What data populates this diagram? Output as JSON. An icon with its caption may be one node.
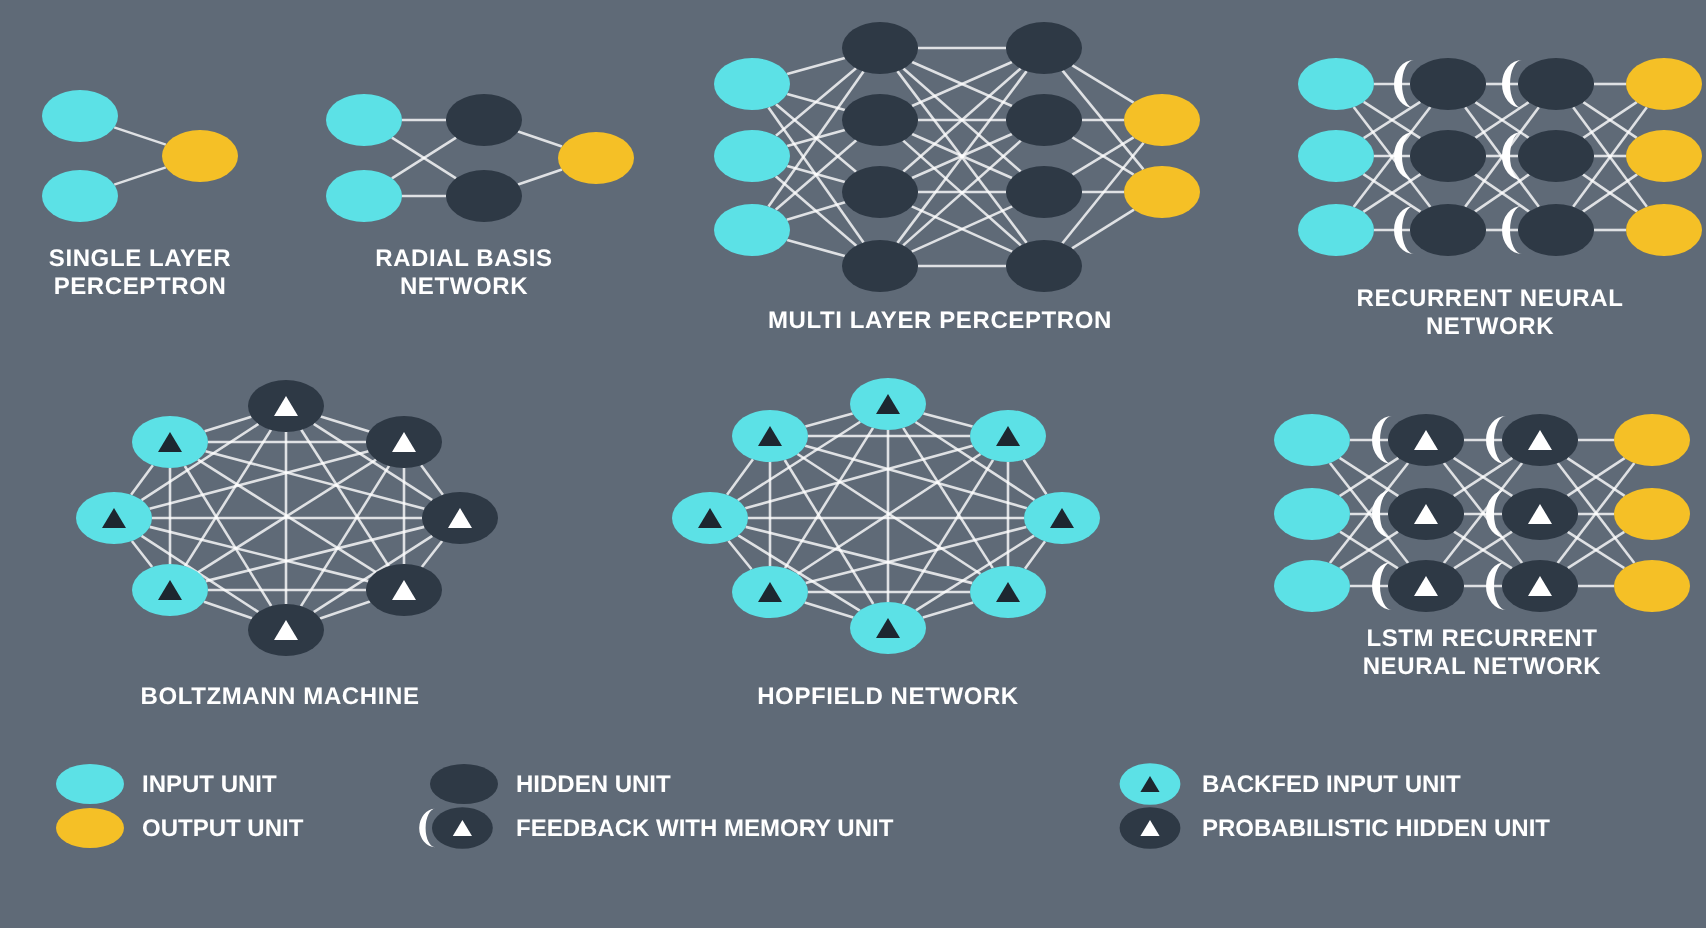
{
  "diagram": {
    "nodes": [
      {
        "text": [],
        "shape": "circle"
      },
      {
        "text": [],
        "shape": "circle"
      },
      {
        "text": [],
        "shape": "circle"
      },
      {
        "text": [],
        "shape": "circle"
      },
      {
        "text": [],
        "shape": "circle"
      },
      {
        "text": [],
        "shape": "circle"
      },
      {
        "text": [],
        "shape": "circle"
      },
      {
        "text": [],
        "shape": "circle"
      },
      {
        "text": [],
        "shape": "circle"
      },
      {
        "text": [],
        "shape": "circle"
      },
      {
        "text": [],
        "shape": "circle"
      },
      {
        "text": [],
        "shape": "circle"
      },
      {
        "text": [],
        "shape": "circle"
      },
      {
        "text": [],
        "shape": "circle"
      },
      {
        "text": [],
        "shape": "circle"
      },
      {
        "text": [],
        "shape": "circle"
      },
      {
        "text": [],
        "shape": "circle"
      },
      {
        "text": [],
        "shape": "circle"
      },
      {
        "text": [],
        "shape": "circle"
      },
      {
        "text": [],
        "shape": "circle"
      },
      {
        "text": [],
        "shape": "circle"
      },
      {
        "text": [],
        "shape": "circle"
      },
      {
        "text": [],
        "shape": "circle"
      },
      {
        "text": [],
        "shape": "circle"
      },
      {
        "text": [],
        "shape": "circle"
      },
      {
        "text": [],
        "shape": "circle"
      },
      {
        "text": [],
        "shape": "circle"
      },
      {
        "text": [],
        "shape": "circle"
      },
      {
        "text": [],
        "shape": "circle"
      },
      {
        "text": [],
        "shape": "circle"
      },
      {
        "text": [],
        "shape": "circle"
      },
      {
        "text": [],
        "shape": "circle"
      },
      {
        "text": [],
        "shape": "circle"
      },
      {
        "text": [],
        "shape": "circle"
      },
      {
        "text": [],
        "shape": "circle"
      },
      {
        "text": [],
        "shape": "circle"
      },
      {
        "text": [],
        "shape": "circle"
      },
      {
        "text": [],
        "shape": "circle"
      },
      {
        "text": [],
        "shape": "circle"
      },
      {
        "text": [],
        "shape": "circle"
      },
      {
        "text": [],
        "shape": "circle"
      },
      {
        "text": [],
        "shape": "circle"
      },
      {
        "text": [],
        "shape": "circle"
      },
      {
        "text": [],
        "shape": "circle"
      },
      {
        "text": [],
        "shape": "circle"
      },
      {
        "text": [],
        "shape": "circle"
      },
      {
        "text": [],
        "shape": "circle"
      },
      {
        "text": [],
        "shape": "circle"
      },
      {
        "text": [],
        "shape": "circle"
      },
      {
        "text": [],
        "shape": "circle"
      },
      {
        "text": [],
        "shape": "circle"
      },
      {
        "text": [],
        "shape": "circle"
      },
      {
        "text": [],
        "shape": "circle"
      },
      {
        "text": [],
        "shape": "circle"
      },
      {
        "text": [],
        "shape": "circle"
      },
      {
        "text": [],
        "shape": "circle"
      },
      {
        "text": [],
        "shape": "circle"
      },
      {
        "text": [],
        "shape": "circle"
      },
      {
        "text": [],
        "shape": "circle"
      },
      {
        "text": [],
        "shape": "circle"
      },
      {
        "text": [],
        "shape": "circle"
      }
    ],
    "edges": [
      {
        "from": 0,
        "to": 2,
        "arrow": "none"
      },
      {
        "from": 1,
        "to": 2,
        "arrow": "none"
      },
      {
        "from": 3,
        "to": 5,
        "arrow": "none"
      },
      {
        "from": 3,
        "to": 6,
        "arrow": "none"
      },
      {
        "from": 4,
        "to": 5,
        "arrow": "none"
      },
      {
        "from": 4,
        "to": 6,
        "arrow": "none"
      },
      {
        "from": 5,
        "to": 7,
        "arrow": "none"
      },
      {
        "from": 6,
        "to": 7,
        "arrow": "none"
      },
      {
        "from": 8,
        "to": 11,
        "arrow": "none"
      },
      {
        "from": 8,
        "to": 12,
        "arrow": "none"
      },
      {
        "from": 8,
        "to": 13,
        "arrow": "none"
      },
      {
        "from": 8,
        "to": 14,
        "arrow": "none"
      },
      {
        "from": 9,
        "to": 11,
        "arrow": "none"
      },
      {
        "from": 9,
        "to": 12,
        "arrow": "none"
      },
      {
        "from": 9,
        "to": 13,
        "arrow": "none"
      },
      {
        "from": 9,
        "to": 14,
        "arrow": "none"
      },
      {
        "from": 10,
        "to": 11,
        "arrow": "none"
      },
      {
        "from": 10,
        "to": 12,
        "arrow": "none"
      },
      {
        "from": 10,
        "to": 13,
        "arrow": "none"
      },
      {
        "from": 10,
        "to": 14,
        "arrow": "none"
      },
      {
        "from": 11,
        "to": 15,
        "arrow": "none"
      },
      {
        "from": 11,
        "to": 16,
        "arrow": "none"
      },
      {
        "from": 11,
        "to": 17,
        "arrow": "none"
      },
      {
        "from": 11,
        "to": 18,
        "arrow": "none"
      },
      {
        "from": 12,
        "to": 15,
        "arrow": "none"
      },
      {
        "from": 12,
        "to": 16,
        "arrow": "none"
      },
      {
        "from": 12,
        "to": 17,
        "arrow": "none"
      },
      {
        "from": 12,
        "to": 18,
        "arrow": "none"
      },
      {
        "from": 13,
        "to": 15,
        "arrow": "none"
      },
      {
        "from": 13,
        "to": 16,
        "arrow": "none"
      },
      {
        "from": 13,
        "to": 17,
        "arrow": "none"
      },
      {
        "from": 13,
        "to": 18,
        "arrow": "none"
      },
      {
        "from": 14,
        "to": 15,
        "arrow": "none"
      },
      {
        "from": 14,
        "to": 16,
        "arrow": "none"
      },
      {
        "from": 14,
        "to": 17,
        "arrow": "none"
      },
      {
        "from": 14,
        "to": 18,
        "arrow": "none"
      },
      {
        "from": 15,
        "to": 19,
        "arrow": "none"
      },
      {
        "from": 15,
        "to": 20,
        "arrow": "none"
      },
      {
        "from": 16,
        "to": 19,
        "arrow": "none"
      },
      {
        "from": 16,
        "to": 20,
        "arrow": "none"
      },
      {
        "from": 17,
        "to": 19,
        "arrow": "none"
      },
      {
        "from": 17,
        "to": 20,
        "arrow": "none"
      },
      {
        "from": 18,
        "to": 19,
        "arrow": "none"
      },
      {
        "from": 18,
        "to": 20,
        "arrow": "none"
      },
      {
        "from": 21,
        "to": 24,
        "arrow": "none"
      },
      {
        "from": 21,
        "to": 25,
        "arrow": "none"
      },
      {
        "from": 21,
        "to": 26,
        "arrow": "none"
      },
      {
        "from": 22,
        "to": 24,
        "arrow": "none"
      },
      {
        "from": 22,
        "to": 25,
        "arrow": "none"
      },
      {
        "from": 22,
        "to": 26,
        "arrow": "none"
      },
      {
        "from": 23,
        "to": 24,
        "arrow": "none"
      },
      {
        "from": 23,
        "to": 25,
        "arrow": "none"
      },
      {
        "from": 23,
        "to": 26,
        "arrow": "none"
      },
      {
        "from": 24,
        "to": 27,
        "arrow": "none"
      },
      {
        "from": 24,
        "to": 28,
        "arrow": "none"
      },
      {
        "from": 24,
        "to": 29,
        "arrow": "none"
      },
      {
        "from": 25,
        "to": 27,
        "arrow": "none"
      },
      {
        "from": 25,
        "to": 28,
        "arrow": "none"
      },
      {
        "from": 25,
        "to": 29,
        "arrow": "none"
      },
      {
        "from": 26,
        "to": 27,
        "arrow": "none"
      },
      {
        "from": 26,
        "to": 28,
        "arrow": "none"
      },
      {
        "from": 26,
        "to": 29,
        "arrow": "none"
      },
      {
        "from": 27,
        "to": 30,
        "arrow": "none"
      },
      {
        "from": 27,
        "to": 31,
        "arrow": "none"
      },
      {
        "from": 27,
        "to": 32,
        "arrow": "none"
      },
      {
        "from": 28,
        "to": 30,
        "arrow": "none"
      },
      {
        "from": 28,
        "to": 31,
        "arrow": "none"
      },
      {
        "from": 28,
        "to": 32,
        "arrow": "none"
      },
      {
        "from": 29,
        "to": 30,
        "arrow": "none"
      },
      {
        "from": 29,
        "to": 31,
        "arrow": "none"
      },
      {
        "from": 29,
        "to": 32,
        "arrow": "none"
      },
      {
        "from": 33,
        "to": 34,
        "arrow": "none"
      },
      {
        "from": 33,
        "to": 35,
        "arrow": "none"
      },
      {
        "from": 33,
        "to": 36,
        "arrow": "none"
      },
      {
        "from": 33,
        "to": 37,
        "arrow": "none"
      },
      {
        "from": 33,
        "to": 38,
        "arrow": "none"
      },
      {
        "from": 33,
        "to": 39,
        "arrow": "none"
      },
      {
        "from": 33,
        "to": 40,
        "arrow": "none"
      },
      {
        "from": 34,
        "to": 35,
        "arrow": "none"
      },
      {
        "from": 34,
        "to": 36,
        "arrow": "none"
      },
      {
        "from": 34,
        "to": 37,
        "arrow": "none"
      },
      {
        "from": 34,
        "to": 38,
        "arrow": "none"
      },
      {
        "from": 34,
        "to": 39,
        "arrow": "none"
      },
      {
        "from": 34,
        "to": 40,
        "arrow": "none"
      },
      {
        "from": 35,
        "to": 36,
        "arrow": "none"
      },
      {
        "from": 35,
        "to": 37,
        "arrow": "none"
      },
      {
        "from": 35,
        "to": 38,
        "arrow": "none"
      },
      {
        "from": 35,
        "to": 39,
        "arrow": "none"
      },
      {
        "from": 35,
        "to": 40,
        "arrow": "none"
      },
      {
        "from": 36,
        "to": 37,
        "arrow": "none"
      },
      {
        "from": 36,
        "to": 38,
        "arrow": "none"
      },
      {
        "from": 36,
        "to": 39,
        "arrow": "none"
      },
      {
        "from": 36,
        "to": 40,
        "arrow": "none"
      },
      {
        "from": 37,
        "to": 38,
        "arrow": "none"
      },
      {
        "from": 37,
        "to": 39,
        "arrow": "none"
      },
      {
        "from": 37,
        "to": 40,
        "arrow": "none"
      },
      {
        "from": 38,
        "to": 39,
        "arrow": "none"
      },
      {
        "from": 38,
        "to": 40,
        "arrow": "none"
      },
      {
        "from": 39,
        "to": 40,
        "arrow": "none"
      },
      {
        "from": 41,
        "to": 42,
        "arrow": "none"
      },
      {
        "from": 41,
        "to": 43,
        "arrow": "none"
      },
      {
        "from": 41,
        "to": 44,
        "arrow": "none"
      },
      {
        "from": 41,
        "to": 45,
        "arrow": "none"
      },
      {
        "from": 41,
        "to": 46,
        "arrow": "none"
      },
      {
        "from": 41,
        "to": 47,
        "arrow": "none"
      },
      {
        "from": 41,
        "to": 48,
        "arrow": "none"
      },
      {
        "from": 42,
        "to": 43,
        "arrow": "none"
      },
      {
        "from": 42,
        "to": 44,
        "arrow": "none"
      },
      {
        "from": 42,
        "to": 45,
        "arrow": "none"
      },
      {
        "from": 42,
        "to": 46,
        "arrow": "none"
      },
      {
        "from": 42,
        "to": 47,
        "arrow": "none"
      },
      {
        "from": 42,
        "to": 48,
        "arrow": "none"
      },
      {
        "from": 43,
        "to": 44,
        "arrow": "none"
      },
      {
        "from": 43,
        "to": 45,
        "arrow": "none"
      },
      {
        "from": 43,
        "to": 46,
        "arrow": "none"
      },
      {
        "from": 43,
        "to": 47,
        "arrow": "none"
      },
      {
        "from": 43,
        "to": 48,
        "arrow": "none"
      },
      {
        "from": 44,
        "to": 45,
        "arrow": "none"
      },
      {
        "from": 44,
        "to": 46,
        "arrow": "none"
      },
      {
        "from": 44,
        "to": 47,
        "arrow": "none"
      },
      {
        "from": 44,
        "to": 48,
        "arrow": "none"
      },
      {
        "from": 45,
        "to": 46,
        "arrow": "none"
      },
      {
        "from": 45,
        "to": 47,
        "arrow": "none"
      },
      {
        "from": 45,
        "to": 48,
        "arrow": "none"
      },
      {
        "from": 46,
        "to": 47,
        "arrow": "none"
      },
      {
        "from": 46,
        "to": 48,
        "arrow": "none"
      },
      {
        "from": 47,
        "to": 48,
        "arrow": "none"
      },
      {
        "from": 49,
        "to": 52,
        "arrow": "none"
      },
      {
        "from": 49,
        "to": 53,
        "arrow": "none"
      },
      {
        "from": 49,
        "to": 54,
        "arrow": "none"
      },
      {
        "from": 50,
        "to": 52,
        "arrow": "none"
      },
      {
        "from": 50,
        "to": 53,
        "arrow": "none"
      },
      {
        "from": 50,
        "to": 54,
        "arrow": "none"
      },
      {
        "from": 51,
        "to": 52,
        "arrow": "none"
      },
      {
        "from": 51,
        "to": 53,
        "arrow": "none"
      },
      {
        "from": 51,
        "to": 54,
        "arrow": "none"
      },
      {
        "from": 52,
        "to": 55,
        "arrow": "none"
      },
      {
        "from": 52,
        "to": 56,
        "arrow": "none"
      },
      {
        "from": 52,
        "to": 57,
        "arrow": "none"
      },
      {
        "from": 53,
        "to": 55,
        "arrow": "none"
      },
      {
        "from": 53,
        "to": 56,
        "arrow": "none"
      },
      {
        "from": 53,
        "to": 57,
        "arrow": "none"
      },
      {
        "from": 54,
        "to": 55,
        "arrow": "none"
      },
      {
        "from": 54,
        "to": 56,
        "arrow": "none"
      },
      {
        "from": 54,
        "to": 57,
        "arrow": "none"
      },
      {
        "from": 55,
        "to": 58,
        "arrow": "none"
      },
      {
        "from": 55,
        "to": 59,
        "arrow": "none"
      },
      {
        "from": 55,
        "to": 60,
        "arrow": "none"
      },
      {
        "from": 56,
        "to": 58,
        "arrow": "none"
      },
      {
        "from": 56,
        "to": 59,
        "arrow": "none"
      },
      {
        "from": 56,
        "to": 60,
        "arrow": "none"
      },
      {
        "from": 57,
        "to": 58,
        "arrow": "none"
      },
      {
        "from": 57,
        "to": 59,
        "arrow": "none"
      },
      {
        "from": 57,
        "to": 60,
        "arrow": "none"
      }
    ],
    "labels": [
      "SINGLE LAYER PERCEPTRON",
      "RADIAL BASIS NETWORK",
      "MULTI LAYER PERCEPTRON",
      "RECURRENT NEURAL NETWORK",
      "BOLTZMANN MACHINE",
      "HOPFIELD NETWORK",
      "LSTM RECURRENT NEURAL NETWORK"
    ],
    "legend": [
      {
        "text": "INPUT UNIT",
        "color": "#5ce1e6"
      },
      {
        "text": "HIDDEN UNIT",
        "color": "#2e3945"
      },
      {
        "text": "BACKFED INPUT UNIT"
      },
      {
        "text": "OUTPUT UNIT",
        "color": "#f5c026"
      },
      {
        "text": "FEEDBACK WITH MEMORY UNIT"
      },
      {
        "text": "PROBABILISTIC HIDDEN UNIT"
      }
    ]
  }
}
